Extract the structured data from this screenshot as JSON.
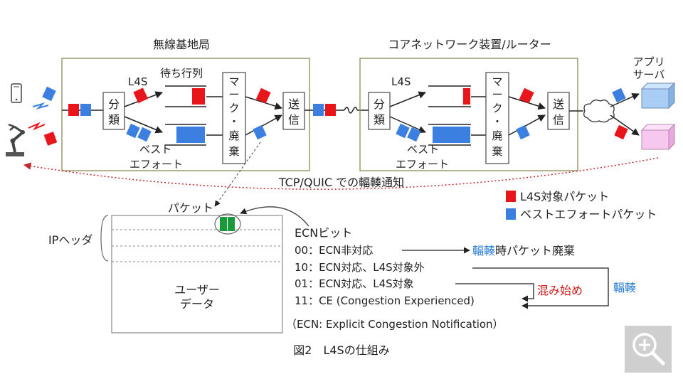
{
  "colors": {
    "l4s_packet": "#e8151b",
    "best_effort_packet": "#3b7fe0",
    "ecn_bits": "#1a9a3a",
    "box_border": "#9a9a6a",
    "accent_blue_text": "#2a7fd4",
    "accent_red_text": "#d01818"
  },
  "base_station": {
    "title": "無線基地局",
    "classify": [
      "分",
      "類"
    ],
    "l4s_label": "L4S",
    "queue_label": "待ち行列",
    "best_effort_label": [
      "ベスト",
      "エフォート"
    ],
    "mark_discard": [
      "マ",
      "ー",
      "ク",
      "・",
      "廃",
      "棄"
    ],
    "send": [
      "送",
      "信"
    ]
  },
  "core_router": {
    "title": "コアネットワーク装置/ルーター",
    "classify": [
      "分",
      "類"
    ],
    "l4s_label": "L4S",
    "best_effort_label": [
      "ベスト",
      "エフォート"
    ],
    "mark_discard": [
      "マ",
      "ー",
      "ク",
      "・",
      "廃",
      "棄"
    ],
    "send": [
      "送",
      "信"
    ]
  },
  "app_server": [
    "アプリ",
    "サーバ"
  ],
  "feedback_label": "TCP/QUIC での輻輳通知",
  "legend": {
    "l4s": "L4S対象パケット",
    "best_effort": "ベストエフォートパケット"
  },
  "packet_label": "パケット",
  "ip_header_label": "IPヘッダ",
  "user_data_label": [
    "ユーザー",
    "データ"
  ],
  "ecn": {
    "title": "ECNビット",
    "rows": [
      "00：ECN非対応",
      "10：ECN対応、L4S対象外",
      "01：ECN対応、L4S対象",
      "11：CE (Congestion Experienced)"
    ],
    "row0_result_blue": "輻輳",
    "row0_result_rest": "時パケット廃棄",
    "congestion_start": "混み始め",
    "congestion": "輻輳",
    "note": "（ECN: Explicit Congestion Notification）"
  },
  "caption": "図2　L4Sの仕組み"
}
